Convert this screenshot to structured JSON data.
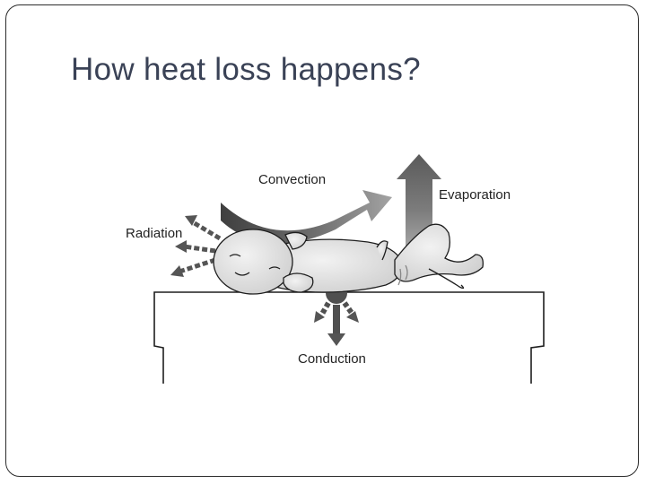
{
  "slide": {
    "title": "How heat loss happens?"
  },
  "diagram": {
    "labels": {
      "convection": "Convection",
      "evaporation": "Evaporation",
      "radiation": "Radiation",
      "conduction": "Conduction"
    }
  },
  "colors": {
    "title": "#3a4256",
    "arrow_dark": "#4a4a4a",
    "arrow_light": "#9a9a9a",
    "outline": "#1e1e1e"
  }
}
